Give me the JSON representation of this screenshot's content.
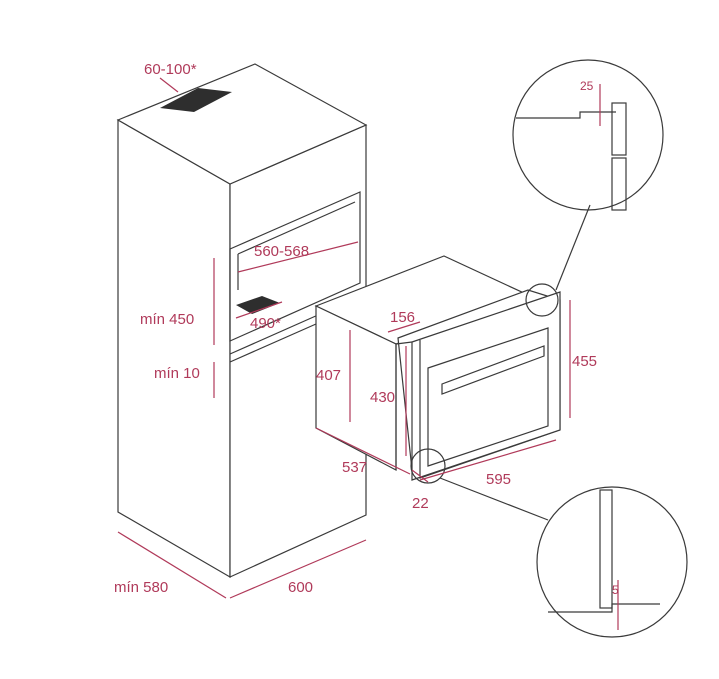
{
  "colors": {
    "dimension": "#b03a5a",
    "line": "#3a3a3a",
    "vent": "#2e2e2e"
  },
  "labels": {
    "vent_top": "60-100*",
    "niche_width": "560-568",
    "niche_height": "mín 450",
    "vent_mid": "490*",
    "gap_bottom": "mín 10",
    "oven_156": "156",
    "oven_407": "407",
    "oven_430": "430",
    "oven_455": "455",
    "oven_depth": "537",
    "oven_width": "595",
    "oven_22": "22",
    "cab_depth": "mín 580",
    "cab_width": "600",
    "detail_top": "25",
    "detail_bottom": "5"
  }
}
